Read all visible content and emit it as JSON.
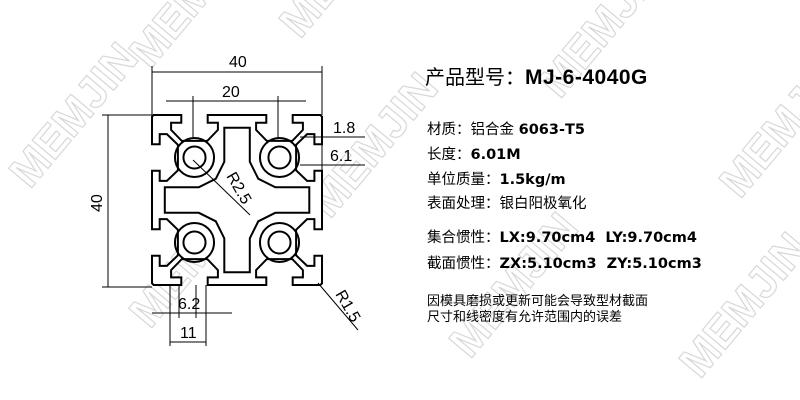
{
  "watermark": "MEMJIN",
  "product": {
    "title_label": "产品型号：",
    "model": "MJ-6-4040G"
  },
  "specs": [
    {
      "label": "材质：",
      "value_cn": "铝合金 ",
      "value": "6063-T5"
    },
    {
      "label": "长度：",
      "value": "6.01M"
    },
    {
      "label": "单位质量：",
      "value": "1.5kg/m"
    },
    {
      "label": "表面处理：",
      "value_cn": "银白阳极氧化"
    },
    {
      "label": "集合惯性：",
      "value": "LX:9.70cm4  LY:9.70cm4"
    },
    {
      "label": "截面惯性：",
      "value": "ZX:5.10cm3  ZY:5.10cm3"
    }
  ],
  "note": [
    "因模具磨损或更新可能会导致型材截面",
    "尺寸和线密度有允许范围内的误差"
  ],
  "dimensions": {
    "width": "40",
    "height": "40",
    "slot_pitch": "20",
    "lip": "1.8",
    "slot_depth": "6.1",
    "hole_radius": "R2.5",
    "corner_radius": "R1.5",
    "slot_opening": "6.2",
    "slot_width": "11"
  }
}
